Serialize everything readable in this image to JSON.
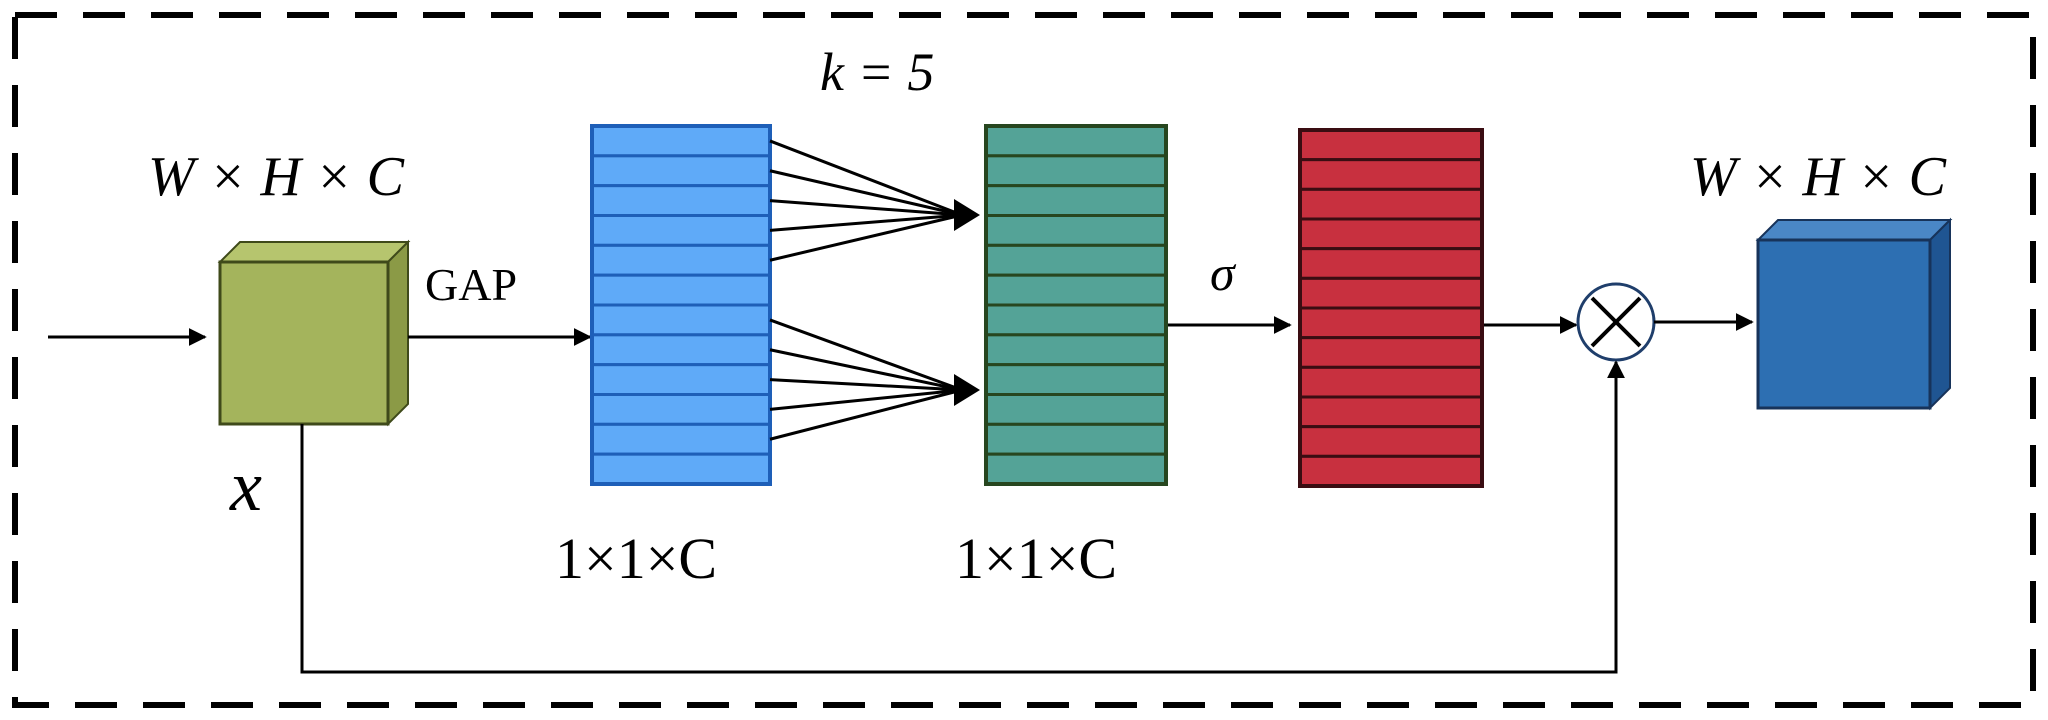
{
  "labels": {
    "kernel": "k = 5",
    "input_dims": "W × H × C",
    "output_dims": "W × H × C",
    "gap": "GAP",
    "sigma": "σ",
    "input_var": "x",
    "blue_dims": "1×1×C",
    "green_dims": "1×1×C",
    "multiply": "⊗"
  },
  "colors": {
    "input_cube": "#a4b45c",
    "blue_vector": "#5faaf8",
    "green_vector": "#54a397",
    "red_vector": "#c8303f",
    "output_cube": "#2d6fb2",
    "frame": "#000000"
  },
  "stacks": {
    "blue_segments": 12,
    "green_segments": 12,
    "red_segments": 12
  }
}
